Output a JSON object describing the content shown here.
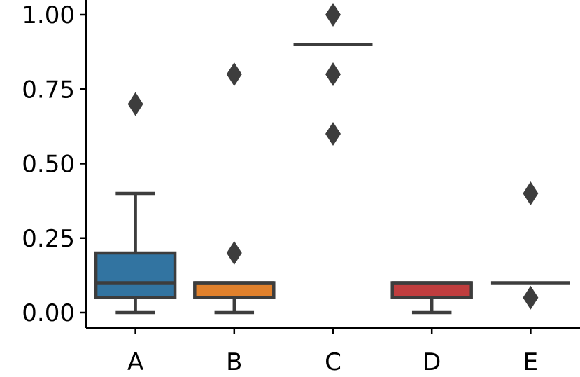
{
  "chart_data": {
    "type": "box",
    "title": "",
    "xlabel": "",
    "ylabel": "",
    "categories": [
      "A",
      "B",
      "C",
      "D",
      "E"
    ],
    "ylim": [
      -0.05,
      1.05
    ],
    "yticks": [
      0.0,
      0.25,
      0.5,
      0.75,
      1.0
    ],
    "ytick_labels": [
      "0.00",
      "0.25",
      "0.50",
      "0.75",
      "1.00"
    ],
    "grid": false,
    "legend": "none",
    "boxes": [
      {
        "category": "A",
        "color": "#3274a1",
        "whisker_low": 0.0,
        "q1": 0.05,
        "median": 0.1,
        "q3": 0.2,
        "whisker_high": 0.4,
        "fliers": [
          0.7
        ]
      },
      {
        "category": "B",
        "color": "#e1812c",
        "whisker_low": 0.0,
        "q1": 0.05,
        "median": 0.1,
        "q3": 0.1,
        "whisker_high": 0.1,
        "fliers": [
          0.2,
          0.8
        ]
      },
      {
        "category": "C",
        "color": "#3a923a",
        "whisker_low": 0.9,
        "q1": 0.9,
        "median": 0.9,
        "q3": 0.9,
        "whisker_high": 0.9,
        "fliers": [
          0.6,
          0.8,
          1.0
        ]
      },
      {
        "category": "D",
        "color": "#c03d3e",
        "whisker_low": 0.0,
        "q1": 0.05,
        "median": 0.1,
        "q3": 0.1,
        "whisker_high": 0.1,
        "fliers": []
      },
      {
        "category": "E",
        "color": "#9372b2",
        "whisker_low": 0.1,
        "q1": 0.1,
        "median": 0.1,
        "q3": 0.1,
        "whisker_high": 0.1,
        "fliers": [
          0.05,
          0.4
        ]
      }
    ]
  }
}
